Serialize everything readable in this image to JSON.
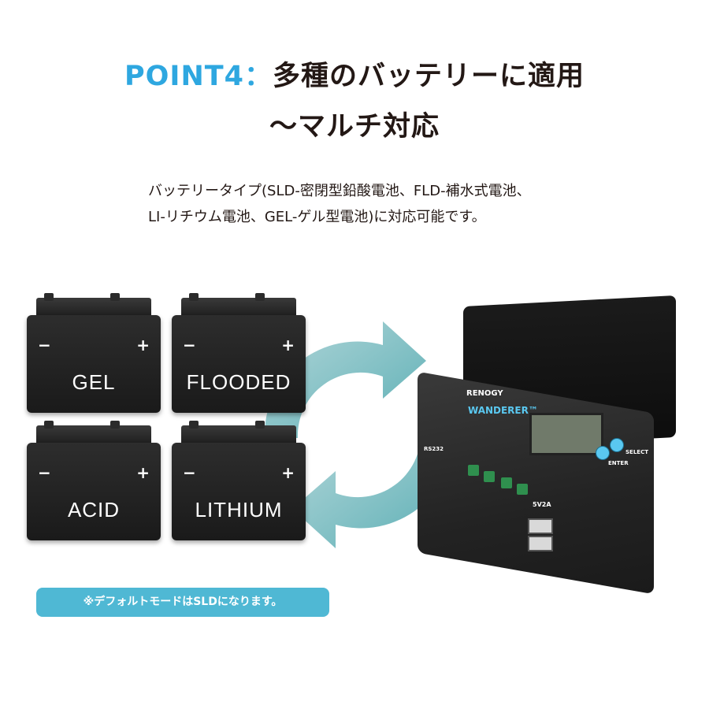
{
  "headline": {
    "point_label": "POINT4：",
    "line1_text": "多種のバッテリーに適用",
    "line2_text": "～マルチ対応"
  },
  "description": {
    "line1": "バッテリータイプ(SLD-密閉型鉛酸電池、FLD-補水式電池、",
    "line2": "LI-リチウム電池、GEL-ゲル型電池)に対応可能です。"
  },
  "batteries": [
    {
      "label": "GEL",
      "minus": "−",
      "plus": "+"
    },
    {
      "label": "FLOODED",
      "minus": "−",
      "plus": "+"
    },
    {
      "label": "ACID",
      "minus": "−",
      "plus": "+"
    },
    {
      "label": "LITHIUM",
      "minus": "−",
      "plus": "+"
    }
  ],
  "controller": {
    "brand": "RENOGY",
    "model": "WANDERER™",
    "select_label": "SELECT",
    "enter_label": "ENTER",
    "usb_label": "5V2A",
    "rs_label": "RS232"
  },
  "note": "※デフォルトモードはSLDになります。",
  "colors": {
    "accent": "#2ea7e0",
    "arrow": "#6fb3b8",
    "note_bg": "#4fb8d4",
    "text": "#231815"
  }
}
